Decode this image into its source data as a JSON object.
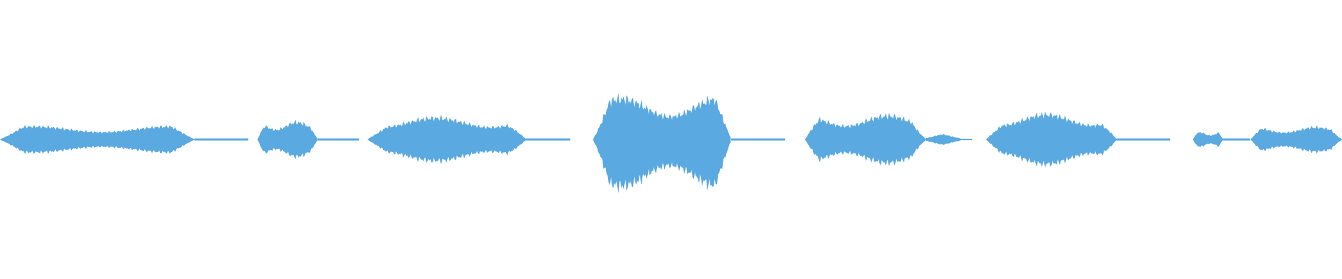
{
  "waveform": {
    "color": "#5aa9e0",
    "background": "#ffffff",
    "segments": [
      {
        "kind": "sound",
        "start": 0.0,
        "end": 0.145,
        "peak": 0.3
      },
      {
        "kind": "quiet",
        "start": 0.145,
        "end": 0.185
      },
      {
        "kind": "sound",
        "start": 0.192,
        "end": 0.237,
        "peak": 0.4
      },
      {
        "kind": "quiet",
        "start": 0.237,
        "end": 0.268
      },
      {
        "kind": "sound",
        "start": 0.274,
        "end": 0.392,
        "peak": 0.5
      },
      {
        "kind": "quiet",
        "start": 0.392,
        "end": 0.425
      },
      {
        "kind": "sound",
        "start": 0.442,
        "end": 0.545,
        "peak": 0.95
      },
      {
        "kind": "quiet",
        "start": 0.545,
        "end": 0.585
      },
      {
        "kind": "sound",
        "start": 0.6,
        "end": 0.69,
        "peak": 0.55
      },
      {
        "kind": "blip",
        "start": 0.69,
        "end": 0.725,
        "peak": 0.12
      },
      {
        "kind": "sound",
        "start": 0.735,
        "end": 0.832,
        "peak": 0.58
      },
      {
        "kind": "quiet",
        "start": 0.832,
        "end": 0.872
      },
      {
        "kind": "sound",
        "start": 0.889,
        "end": 0.911,
        "peak": 0.16
      },
      {
        "kind": "quiet",
        "start": 0.911,
        "end": 0.932
      },
      {
        "kind": "sound",
        "start": 0.932,
        "end": 1.0,
        "peak": 0.28
      }
    ]
  }
}
